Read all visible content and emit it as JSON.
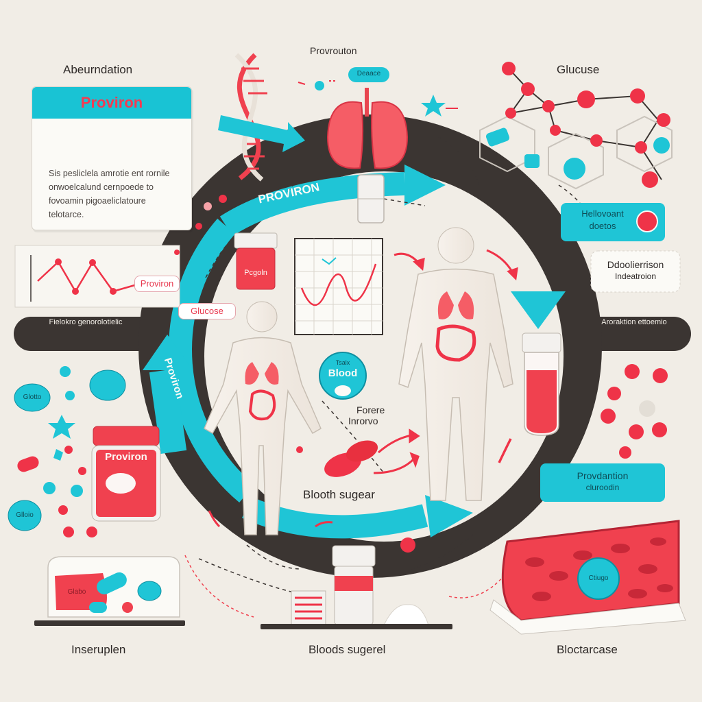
{
  "labels": {
    "top_left": "Abeurndation",
    "top_center": "Provrouton",
    "top_right": "Glucuse",
    "lung_tag": "Deaace",
    "ribbon": "PROVIRON",
    "left_graph_tag": "Proviron",
    "glucose_tag": "Glucose",
    "left_band": "Fielokro genorolotielic",
    "right_band": "Aroraktion ettoemio",
    "left_arrow": "Proviron",
    "bottle_small": "Pcgoln",
    "jar_label": "Proviron",
    "blood_badge_top": "Tsalx",
    "blood_badge": "Blood",
    "forere": "Forere",
    "inrorvo": "Inrorvo",
    "blooth_sugear": "Blooth sugear",
    "right_cyan_box_line1": "Hellovoant",
    "right_cyan_box_line2": "doetos",
    "right_white_box_line1": "Ddoolierrison",
    "right_white_box_line2": "Indeatroion",
    "right_cyan_pill_line1": "Provdantion",
    "right_cyan_pill_line2": "cluroodin",
    "pill_bottom_right": "Ctiugo",
    "pill_left": "Glotto",
    "pill_left2": "Glloio",
    "pill_bottom_left": "Glabo",
    "bottom_left": "Inseruplen",
    "bottom_center": "Bloods sugerel",
    "bottom_right": "Bloctarcase"
  },
  "card": {
    "title": "Proviron",
    "body": "Sis pesliclela amrotie ent rornile onwoelcalund cernpoede to fovoamin pigoaeliclatoure telotarce."
  },
  "colors": {
    "background": "#f1ede6",
    "dark_ring": "#3b3532",
    "cyan": "#1fc5d6",
    "red": "#f0414f",
    "pink": "#f6a2a7"
  },
  "icons": [
    "dna-icon",
    "lungs-icon",
    "molecule-icon",
    "human-body-icon",
    "pill-icon",
    "bottle-icon",
    "jar-icon",
    "blood-cell-icon",
    "test-tube-icon",
    "star-icon",
    "line-chart-icon"
  ]
}
